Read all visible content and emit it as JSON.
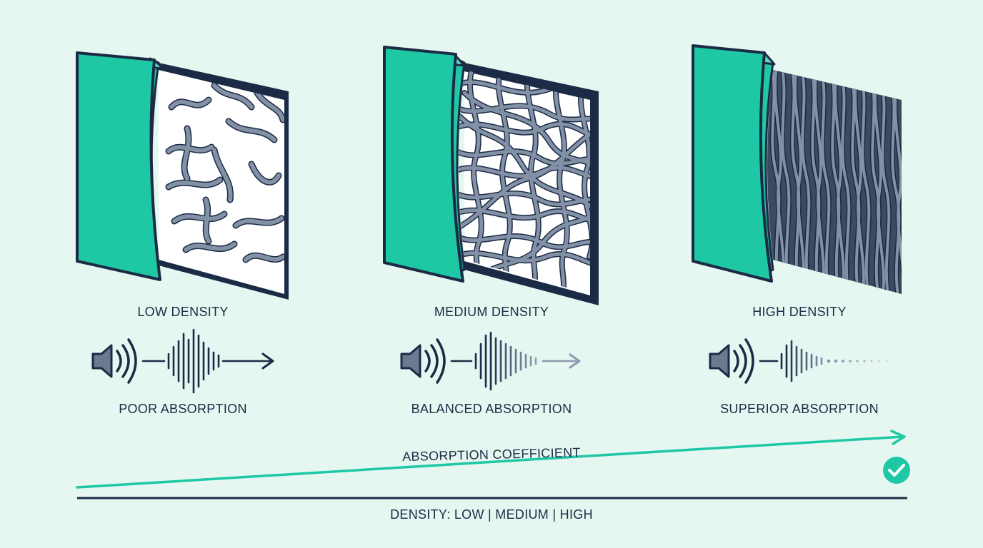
{
  "panels": [
    {
      "id": "low",
      "density_label": "LOW DENSITY",
      "absorption_label": "POOR ABSORPTION"
    },
    {
      "id": "medium",
      "density_label": "MEDIUM DENSITY",
      "absorption_label": "BALANCED ABSORPTION"
    },
    {
      "id": "high",
      "density_label": "HIGH DENSITY",
      "absorption_label": "SUPERIOR ABSORPTION"
    }
  ],
  "trend": {
    "label": "ABSORPTION COEFFICIENT",
    "status_icon": "check-circle-icon"
  },
  "axis": {
    "label": "DENSITY: LOW | MEDIUM | HIGH"
  },
  "colors": {
    "teal": "#1ec8a5",
    "navy": "#1c2b45",
    "fiber": "#6b7a90",
    "background": "#e6f7f1"
  },
  "icons": {
    "sound_source": "speaker-icon"
  }
}
